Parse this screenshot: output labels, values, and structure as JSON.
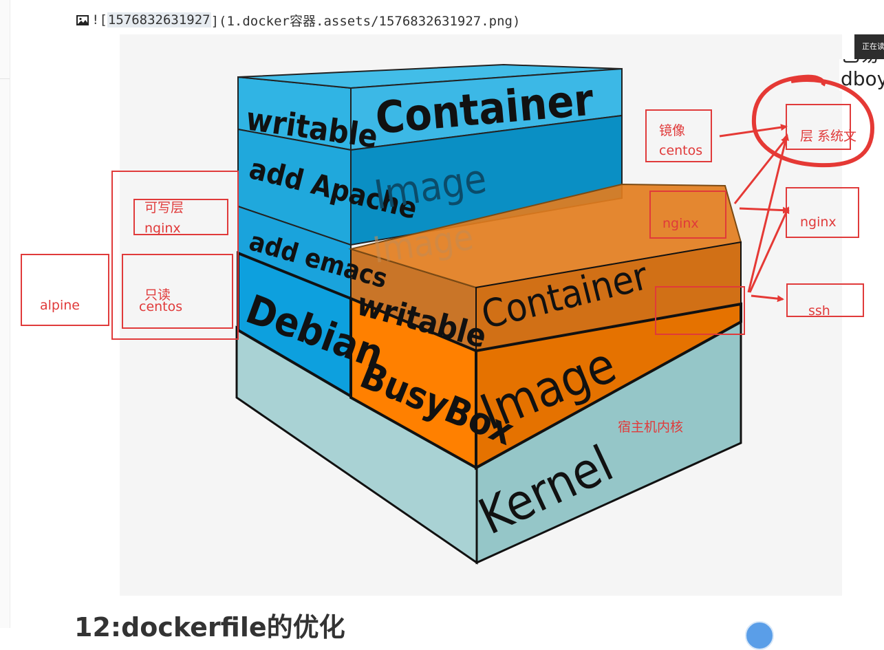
{
  "markdown_line": {
    "prefix": "![",
    "ref": "1576832631927",
    "suffix": "](1.docker容器.assets/1576832631927.png)"
  },
  "tooltip": "正在读",
  "brand": {
    "line1": "已易",
    "line2": "dboye"
  },
  "diagram": {
    "blue_stack": {
      "writable": "writable",
      "container": "Container",
      "add_apache": "add Apache",
      "image": "Image",
      "add_emacs": "add emacs",
      "debian": "Debian",
      "image_faded": "Image"
    },
    "orange_stack": {
      "writable": "writable",
      "container": "Container",
      "busybox": "BusyBox",
      "image": "Image"
    },
    "kernel": "Kernel"
  },
  "annotations": {
    "writable_layer": "可写层",
    "nginx_left": "nginx",
    "readonly": "只读",
    "centos_left": "centos",
    "alpine": "alpine",
    "image_label": "镜像",
    "centos_right": "centos",
    "nginx_mid": "nginx",
    "fs_layer": "层 系统文",
    "nginx_right": "nginx",
    "ssh": "ssh",
    "host_kernel": "宿主机内核"
  },
  "colors": {
    "annotation_red": "#e03a3a",
    "blue": "#1aa3dc",
    "orange": "#f08000",
    "kernel": "#a9d2d4"
  },
  "heading": "12:dockerfile的优化"
}
